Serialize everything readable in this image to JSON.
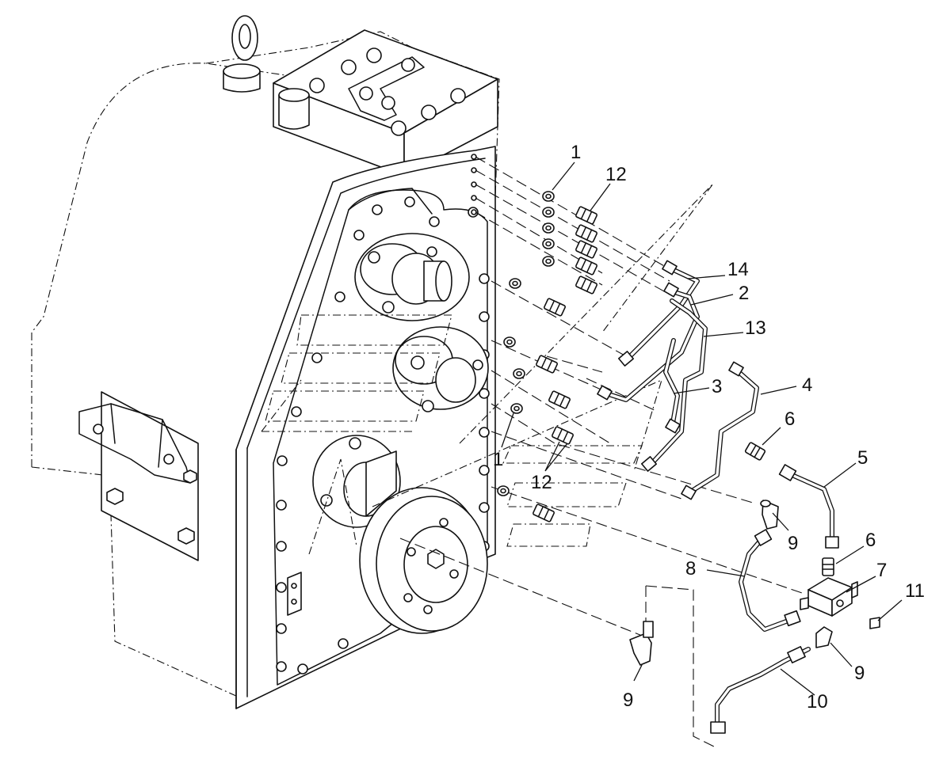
{
  "callouts": [
    {
      "id": "c-1-top",
      "text": "1"
    },
    {
      "id": "c-12-top",
      "text": "12"
    },
    {
      "id": "c-14",
      "text": "14"
    },
    {
      "id": "c-2",
      "text": "2"
    },
    {
      "id": "c-13",
      "text": "13"
    },
    {
      "id": "c-3",
      "text": "3"
    },
    {
      "id": "c-4",
      "text": "4"
    },
    {
      "id": "c-6-a",
      "text": "6"
    },
    {
      "id": "c-5",
      "text": "5"
    },
    {
      "id": "c-1-mid",
      "text": "1"
    },
    {
      "id": "c-12-mid",
      "text": "12"
    },
    {
      "id": "c-9-a",
      "text": "9"
    },
    {
      "id": "c-6-b",
      "text": "6"
    },
    {
      "id": "c-7",
      "text": "7"
    },
    {
      "id": "c-8",
      "text": "8"
    },
    {
      "id": "c-11",
      "text": "11"
    },
    {
      "id": "c-9-b",
      "text": "9"
    },
    {
      "id": "c-9-c",
      "text": "9"
    },
    {
      "id": "c-10",
      "text": "10"
    }
  ]
}
